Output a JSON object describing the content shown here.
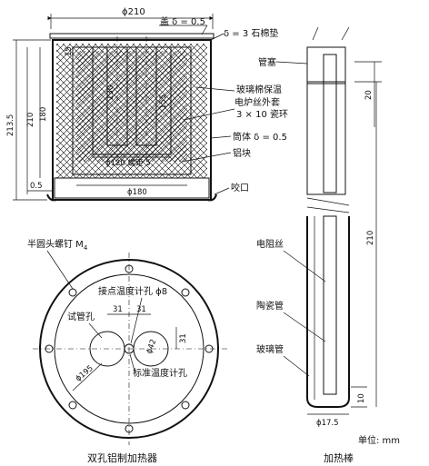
{
  "heater": {
    "dim_top_width": "ϕ210",
    "lid": "盖 δ = 0.5",
    "asbestos_pad": "δ = 3 石棉垫",
    "glass_wool": "玻璃棉保温",
    "wire_outer_1": "电炉丝外套",
    "wire_outer_2": "3 × 10 瓷环",
    "shell": "筒体 δ = 0.5",
    "aluminum_block": "铝块",
    "crimp": "咬口",
    "dim_15": "15",
    "dim_130": "130",
    "dim_155": "155",
    "dim_120": "ϕ120 螺距 5",
    "dim_180_dia": "ϕ180",
    "dim_05": "0.5",
    "dim_2135": "213.5",
    "dim_210": "210",
    "dim_180": "180"
  },
  "plan": {
    "screw": "半圆头螺钉 M",
    "screw_sub": "4",
    "contact_hole": "接点温度计孔 ϕ8",
    "test_tube": "试管孔",
    "std_hole": "标准温度计孔",
    "dim_31a": "31",
    "dim_31b": "31",
    "dim_31c": "31",
    "dim_42": "ϕ42",
    "dim_195": "ϕ195",
    "caption": "双孔铝制加热器"
  },
  "rod": {
    "plug": "管塞",
    "resistance_wire": "电阻丝",
    "ceramic_tube": "陶瓷管",
    "glass_tube": "玻璃管",
    "dim_20": "20",
    "dim_210": "210",
    "dim_10": "10",
    "dim_175": "ϕ17.5",
    "unit": "单位: mm",
    "caption": "加热棒"
  }
}
